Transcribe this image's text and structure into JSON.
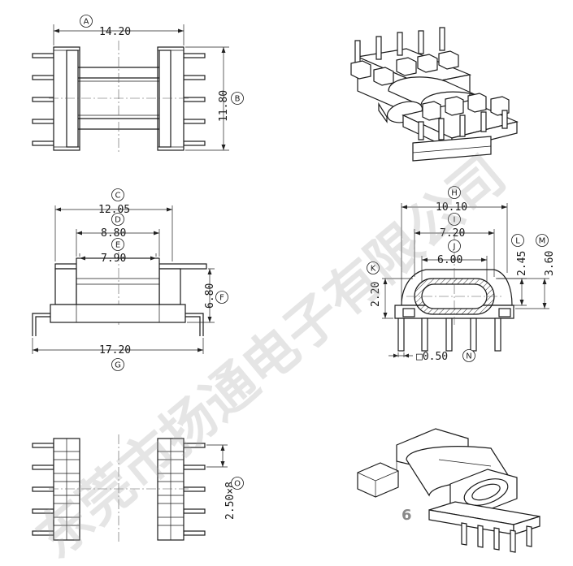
{
  "dimensions": {
    "A": {
      "letter": "A",
      "value": "14.20"
    },
    "B": {
      "letter": "B",
      "value": "11.80"
    },
    "C": {
      "letter": "C",
      "value": "12.05"
    },
    "D": {
      "letter": "D",
      "value": "8.80"
    },
    "E": {
      "letter": "E",
      "value": "7.90"
    },
    "F": {
      "letter": "F",
      "value": "6.80"
    },
    "G": {
      "letter": "G",
      "value": "17.20"
    },
    "H": {
      "letter": "H",
      "value": "10.10"
    },
    "I": {
      "letter": "I",
      "value": "7.20"
    },
    "J": {
      "letter": "J",
      "value": "6.00"
    },
    "K": {
      "letter": "K",
      "value": "2.20"
    },
    "L": {
      "letter": "L",
      "value": "2.45"
    },
    "M": {
      "letter": "M",
      "value": "3.60"
    },
    "N": {
      "letter": "N",
      "value": "□0.50"
    },
    "O": {
      "letter": "O",
      "value": "2.50×8"
    }
  },
  "watermark": "东莞市扬通电子有限公司",
  "page_number": "6"
}
